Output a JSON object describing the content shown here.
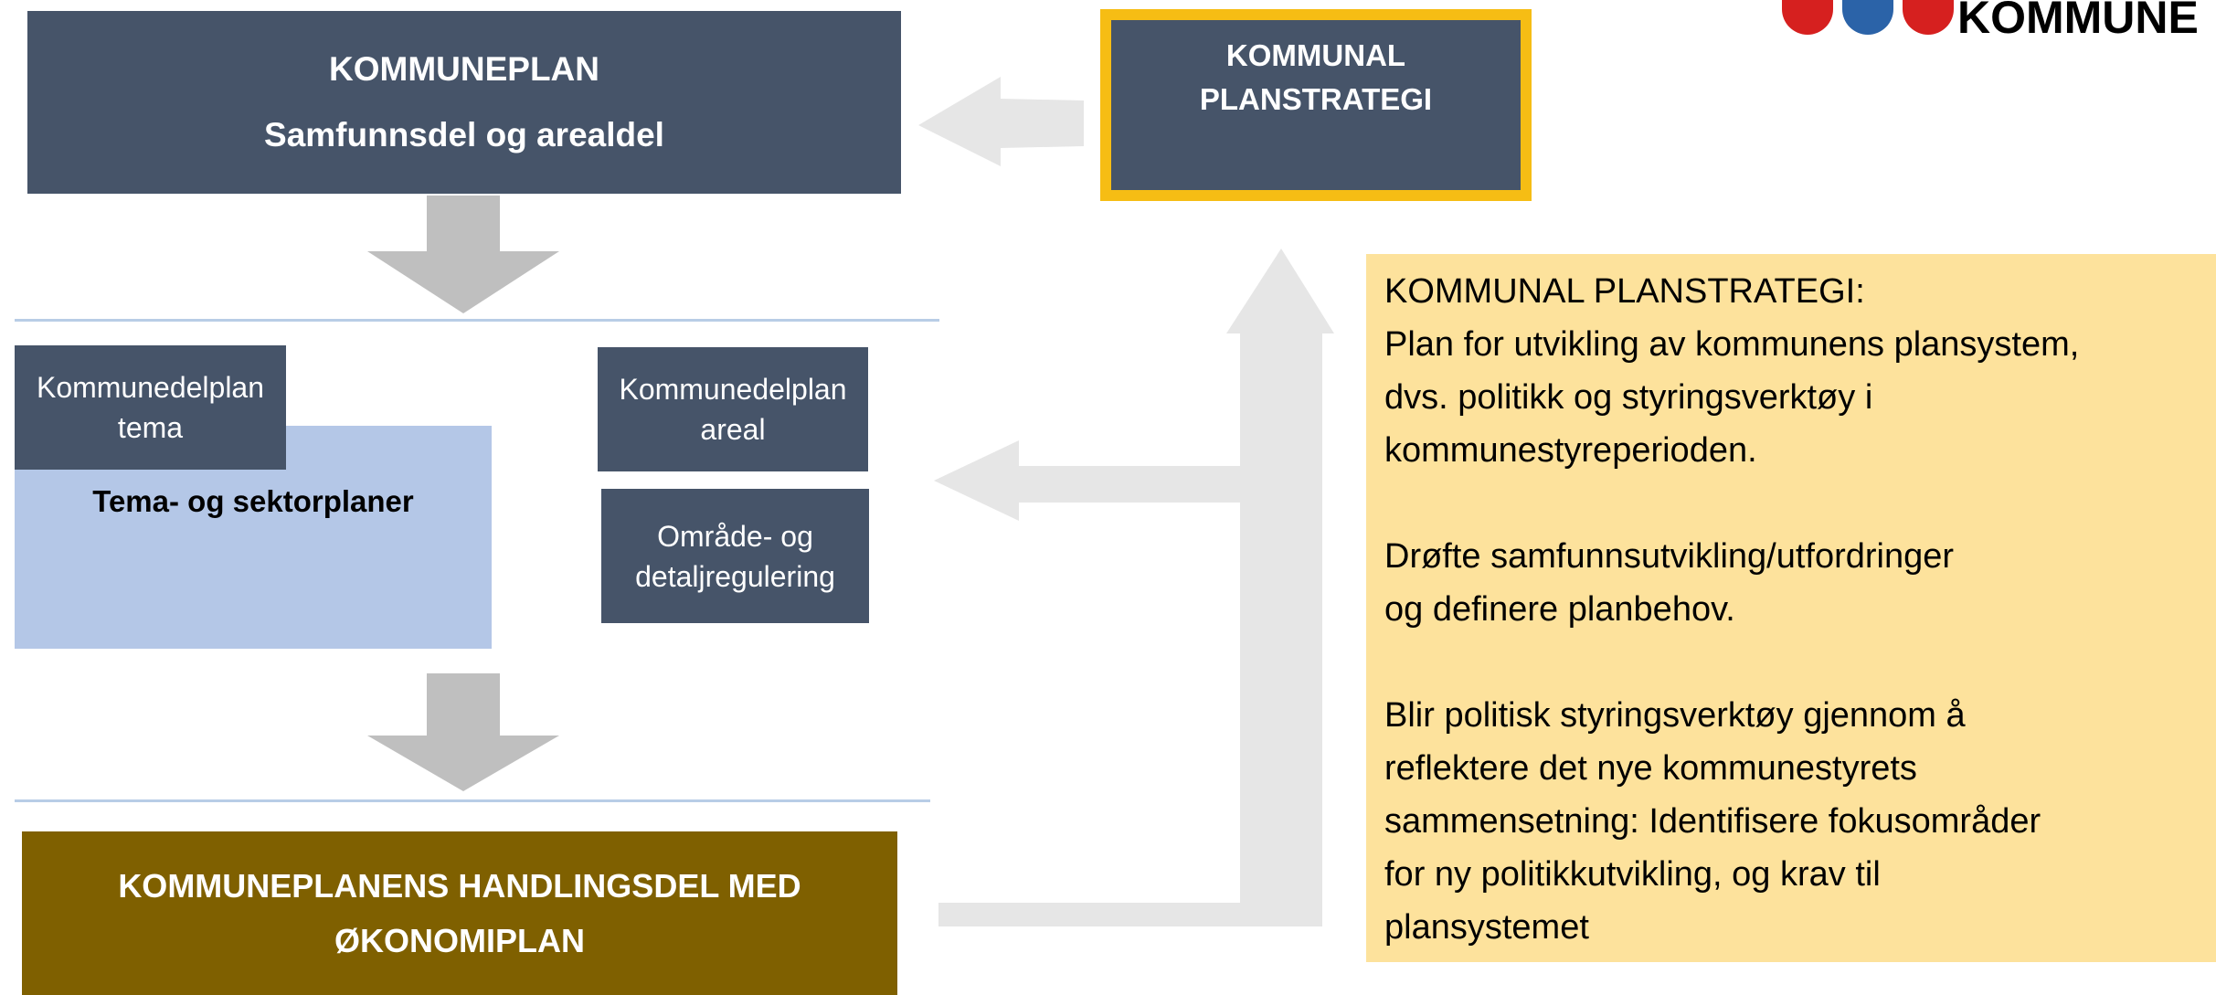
{
  "kommuneplan": {
    "title": "KOMMUNEPLAN",
    "subtitle": "Samfunnsdel og arealdel"
  },
  "strategy_box": {
    "line1": "KOMMUNAL",
    "line2": "PLANSTRATEGI"
  },
  "logo": {
    "word": "KOMMUNE",
    "crest_colors": [
      "#d6201f",
      "#2b63a8",
      "#d6201f"
    ]
  },
  "tema": {
    "label": "Tema- og sektorplaner",
    "kdp_tema": {
      "line1": "Kommunedelplan",
      "line2": "tema"
    },
    "kdp_areal": {
      "line1": "Kommunedelplan",
      "line2": "areal"
    },
    "omrade": {
      "line1": "Område- og",
      "line2": "detaljregulering"
    }
  },
  "handling": {
    "line1": "KOMMUNEPLANENS HANDLINGSDEL MED",
    "line2": "ØKONOMIPLAN"
  },
  "info": {
    "p1": [
      "KOMMUNAL PLANSTRATEGI:",
      "Plan for utvikling av kommunens plansystem,",
      "dvs. politikk og styringsverktøy i",
      "kommunestyreperioden."
    ],
    "p2": [
      "Drøfte samfunnsutvikling/utfordringer",
      "og definere planbehov."
    ],
    "p3": [
      "Blir politisk styringsverktøy gjennom å",
      "reflektere det nye kommunestyrets",
      "sammensetning: Identifisere fokusområder",
      "for ny politikkutvikling, og krav til",
      "plansystemet"
    ]
  },
  "colors": {
    "dark_box": "#465469",
    "accent_border": "#f6bd14",
    "tema_bg": "#b4c7e7",
    "handling_bg": "#7f6000",
    "info_bg": "#fde29c",
    "arrow_dark": "#bfbfbf",
    "arrow_light": "#e6e6e6"
  }
}
